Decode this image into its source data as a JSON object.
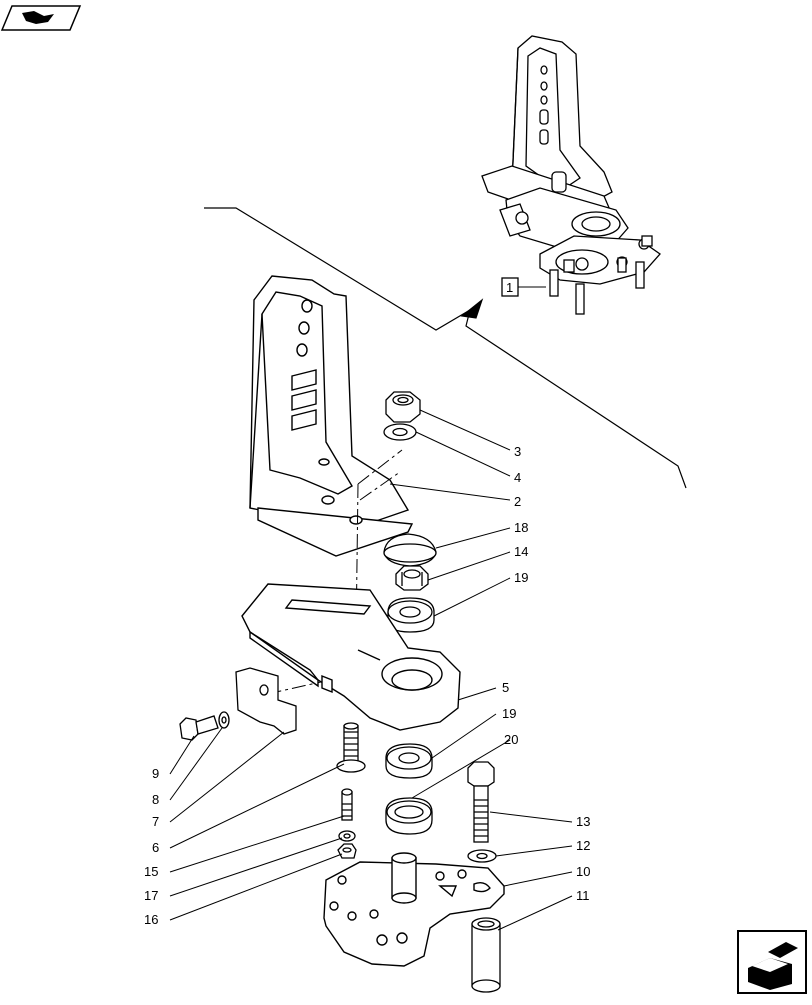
{
  "nav": {
    "top_left_icon": "previous-page-icon",
    "bottom_right_icon": "next-page-icon"
  },
  "callouts": [
    {
      "id": "c3",
      "label": "3"
    },
    {
      "id": "c4",
      "label": "4"
    },
    {
      "id": "c2",
      "label": "2"
    },
    {
      "id": "c18",
      "label": "18"
    },
    {
      "id": "c14",
      "label": "14"
    },
    {
      "id": "c19a",
      "label": "19"
    },
    {
      "id": "c5",
      "label": "5"
    },
    {
      "id": "c19b",
      "label": "19"
    },
    {
      "id": "c20",
      "label": "20"
    },
    {
      "id": "c13",
      "label": "13"
    },
    {
      "id": "c12",
      "label": "12"
    },
    {
      "id": "c10",
      "label": "10"
    },
    {
      "id": "c11",
      "label": "11"
    },
    {
      "id": "c9",
      "label": "9"
    },
    {
      "id": "c8",
      "label": "8"
    },
    {
      "id": "c7",
      "label": "7"
    },
    {
      "id": "c6",
      "label": "6"
    },
    {
      "id": "c15",
      "label": "15"
    },
    {
      "id": "c17",
      "label": "17"
    },
    {
      "id": "c16",
      "label": "16"
    }
  ],
  "overview_ref": "1"
}
